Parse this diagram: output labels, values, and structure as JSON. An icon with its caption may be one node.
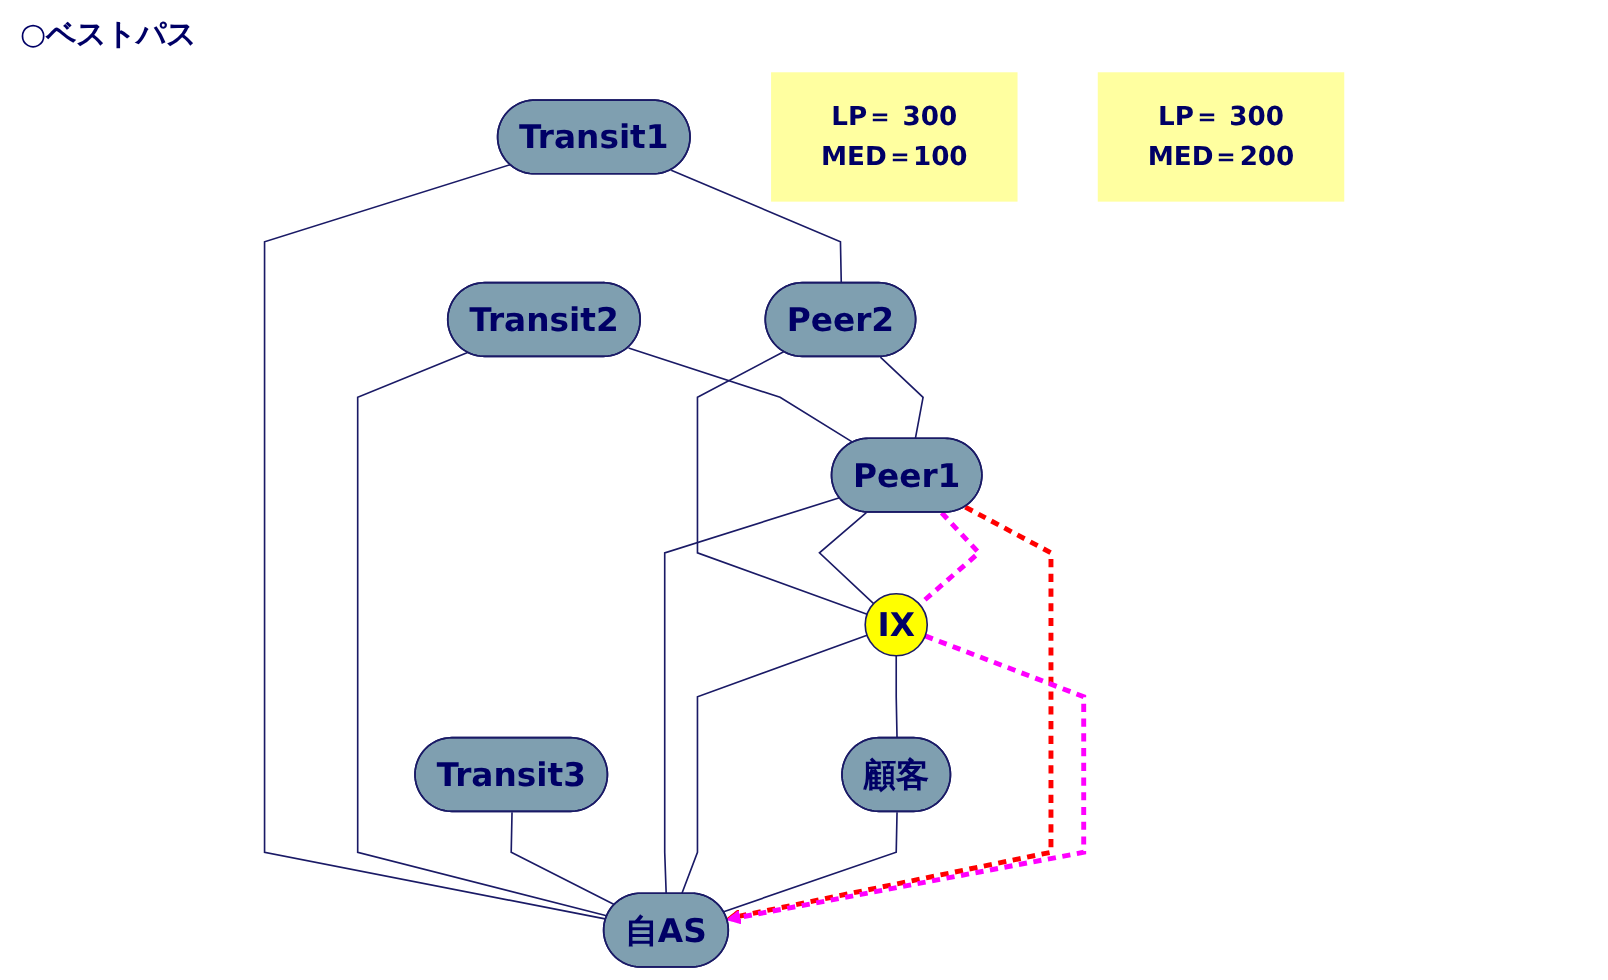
{
  "diagram": {
    "nodes": [
      {
        "text": [
          "Transit1"
        ]
      },
      {
        "text": [
          "Transit2"
        ]
      },
      {
        "text": [
          "Transit3"
        ]
      },
      {
        "text": [
          "Peer2"
        ]
      },
      {
        "text": [
          "Peer1"
        ]
      },
      {
        "text": [
          "LP＝ 300",
          "MED＝100"
        ]
      },
      {
        "text": [
          "自AS"
        ]
      },
      {
        "text": [
          "IX"
        ]
      },
      {
        "text": [
          "LP＝ 300",
          "MED＝200"
        ]
      },
      {
        "text": [
          "顧客"
        ]
      }
    ],
    "edges": [
      {
        "from": 0,
        "to": 3,
        "arrow": "none"
      },
      {
        "from": 0,
        "to": 6,
        "arrow": "none"
      },
      {
        "from": 1,
        "to": 4,
        "arrow": "none"
      },
      {
        "from": 1,
        "to": 6,
        "arrow": "none"
      },
      {
        "from": 2,
        "to": 6,
        "arrow": "none"
      },
      {
        "from": 3,
        "to": 4,
        "arrow": "none"
      },
      {
        "from": 3,
        "to": 7,
        "arrow": "none"
      },
      {
        "from": 4,
        "to": 7,
        "arrow": "none"
      },
      {
        "from": 4,
        "to": 6,
        "arrow": "none"
      },
      {
        "from": 7,
        "to": 6,
        "arrow": "none"
      },
      {
        "from": 7,
        "to": 9,
        "arrow": "none"
      },
      {
        "from": 9,
        "to": 6,
        "arrow": "none"
      },
      {
        "from": 4,
        "to": 6,
        "arrow": "to",
        "style": "dashed",
        "color": "#ff0000"
      },
      {
        "from": 4,
        "to": 7,
        "arrow": "none",
        "style": "dashed",
        "color": "#ff00ff"
      },
      {
        "from": 7,
        "to": 6,
        "arrow": "to",
        "style": "dashed",
        "color": "#ff00ff"
      }
    ],
    "labels": [
      "○ベストパス"
    ]
  }
}
